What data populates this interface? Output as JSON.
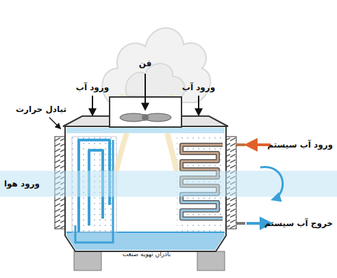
{
  "diagram": {
    "labels": [
      "فن",
      "ورود آب",
      "ورود آب",
      "تبادل حرارت",
      "ورود هوا",
      "ورود آب سیستم",
      "خروج آب سیستم",
      "بادران تهویه صنعت"
    ]
  }
}
